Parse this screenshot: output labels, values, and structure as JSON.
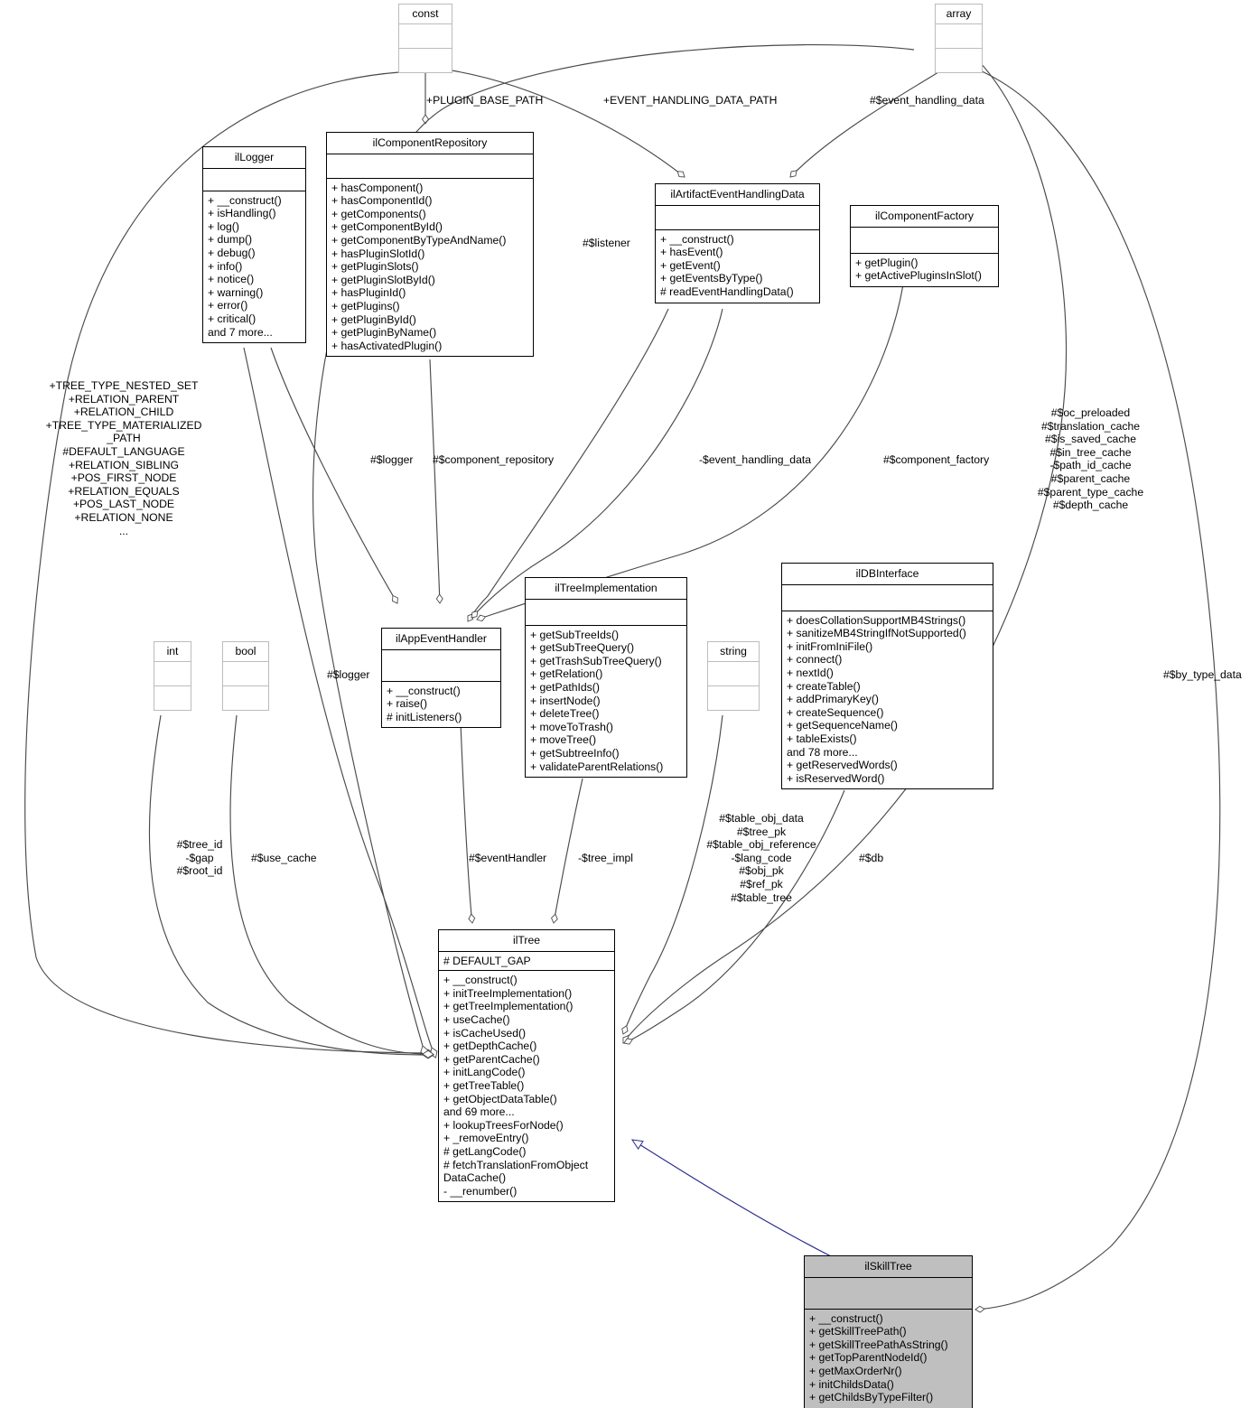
{
  "diagram": {
    "kind": "uml-class-diagram",
    "title_class": "ilSkillTree",
    "colors": {
      "node_border": "#000000",
      "plain_node_border": "#bcbcbc",
      "highlight_fill": "#bfbfbf",
      "edge": "#4a4a4a",
      "inherit_edge": "#2a2a8c",
      "background": "#ffffff"
    }
  },
  "nodes": {
    "const": {
      "name": "const",
      "attrs": [],
      "ops": []
    },
    "array": {
      "name": "array",
      "attrs": [],
      "ops": []
    },
    "int": {
      "name": "int",
      "attrs": [],
      "ops": []
    },
    "bool": {
      "name": "bool",
      "attrs": [],
      "ops": []
    },
    "string": {
      "name": "string",
      "attrs": [],
      "ops": []
    },
    "ilLogger": {
      "name": "ilLogger",
      "attrs": [],
      "ops": [
        "+ __construct()",
        "+ isHandling()",
        "+ log()",
        "+ dump()",
        "+ debug()",
        "+ info()",
        "+ notice()",
        "+ warning()",
        "+ error()",
        "+ critical()",
        "and 7 more..."
      ]
    },
    "ilComponentRepository": {
      "name": "ilComponentRepository",
      "attrs": [],
      "ops": [
        "+ hasComponent()",
        "+ hasComponentId()",
        "+ getComponents()",
        "+ getComponentById()",
        "+ getComponentByTypeAndName()",
        "+ hasPluginSlotId()",
        "+ getPluginSlots()",
        "+ getPluginSlotById()",
        "+ hasPluginId()",
        "+ getPlugins()",
        "+ getPluginById()",
        "+ getPluginByName()",
        "+ hasActivatedPlugin()"
      ]
    },
    "ilArtifactEventHandlingData": {
      "name": "ilArtifactEventHandlingData",
      "attrs": [],
      "ops": [
        "+ __construct()",
        "+ hasEvent()",
        "+ getEvent()",
        "+ getEventsByType()",
        "# readEventHandlingData()"
      ]
    },
    "ilComponentFactory": {
      "name": "ilComponentFactory",
      "attrs": [],
      "ops": [
        "+ getPlugin()",
        "+ getActivePluginsInSlot()"
      ]
    },
    "ilAppEventHandler": {
      "name": "ilAppEventHandler",
      "attrs": [],
      "ops": [
        "+ __construct()",
        "+ raise()",
        "# initListeners()"
      ]
    },
    "ilTreeImplementation": {
      "name": "ilTreeImplementation",
      "attrs": [],
      "ops": [
        "+ getSubTreeIds()",
        "+ getSubTreeQuery()",
        "+ getTrashSubTreeQuery()",
        "+ getRelation()",
        "+ getPathIds()",
        "+ insertNode()",
        "+ deleteTree()",
        "+ moveToTrash()",
        "+ moveTree()",
        "+ getSubtreeInfo()",
        "+ validateParentRelations()"
      ]
    },
    "ilDBInterface": {
      "name": "ilDBInterface",
      "attrs": [],
      "ops": [
        "+ doesCollationSupportMB4Strings()",
        "+ sanitizeMB4StringIfNotSupported()",
        "+ initFromIniFile()",
        "+ connect()",
        "+ nextId()",
        "+ createTable()",
        "+ addPrimaryKey()",
        "+ createSequence()",
        "+ getSequenceName()",
        "+ tableExists()",
        "and 78 more...",
        "+ getReservedWords()",
        "+ isReservedWord()"
      ]
    },
    "ilTree": {
      "name": "ilTree",
      "attrs": [
        "# DEFAULT_GAP"
      ],
      "ops": [
        "+ __construct()",
        "+ initTreeImplementation()",
        "+ getTreeImplementation()",
        "+ useCache()",
        "+ isCacheUsed()",
        "+ getDepthCache()",
        "+ getParentCache()",
        "+ initLangCode()",
        "+ getTreeTable()",
        "+ getObjectDataTable()",
        "and 69 more...",
        "+ lookupTreesForNode()",
        "+ _removeEntry()",
        "# getLangCode()",
        "# fetchTranslationFromObject",
        "DataCache()",
        "- __renumber()"
      ]
    },
    "ilSkillTree": {
      "name": "ilSkillTree",
      "attrs": [],
      "ops": [
        "+ __construct()",
        "+ getSkillTreePath()",
        "+ getSkillTreePathAsString()",
        "+ getTopParentNodeId()",
        "+ getMaxOrderNr()",
        "+ initChildsData()",
        "+ getChildsByTypeFilter()"
      ]
    }
  },
  "edge_labels": {
    "plugin_base_path": "+PLUGIN_BASE_PATH",
    "event_handling_data_path": "+EVENT_HANDLING_DATA_PATH",
    "event_handling_data_attr": "#$event_handling_data",
    "listener": "#$listener",
    "tree_consts": "+TREE_TYPE_NESTED_SET\n+RELATION_PARENT\n+RELATION_CHILD\n+TREE_TYPE_MATERIALIZED\n_PATH\n#DEFAULT_LANGUAGE\n+RELATION_SIBLING\n+POS_FIRST_NODE\n+RELATION_EQUALS\n+POS_LAST_NODE\n+RELATION_NONE\n...",
    "logger_top": "#$logger",
    "component_repository": "#$component_repository",
    "event_handling_data_priv": "-$event_handling_data",
    "component_factory": "#$component_factory",
    "tree_caches": "#$oc_preloaded\n#$translation_cache\n#$is_saved_cache\n#$in_tree_cache\n-$path_id_cache\n#$parent_cache\n#$parent_type_cache\n#$depth_cache",
    "logger_tree": "#$logger",
    "by_type_data": "#$by_type_data",
    "tree_id_gap_root": "#$tree_id\n-$gap\n#$root_id",
    "use_cache": "#$use_cache",
    "event_handler": "#$eventHandler",
    "tree_impl": "-$tree_impl",
    "string_attrs": "#$table_obj_data\n#$tree_pk\n#$table_obj_reference\n-$lang_code\n#$obj_pk\n#$ref_pk\n#$table_tree",
    "db": "#$db"
  }
}
